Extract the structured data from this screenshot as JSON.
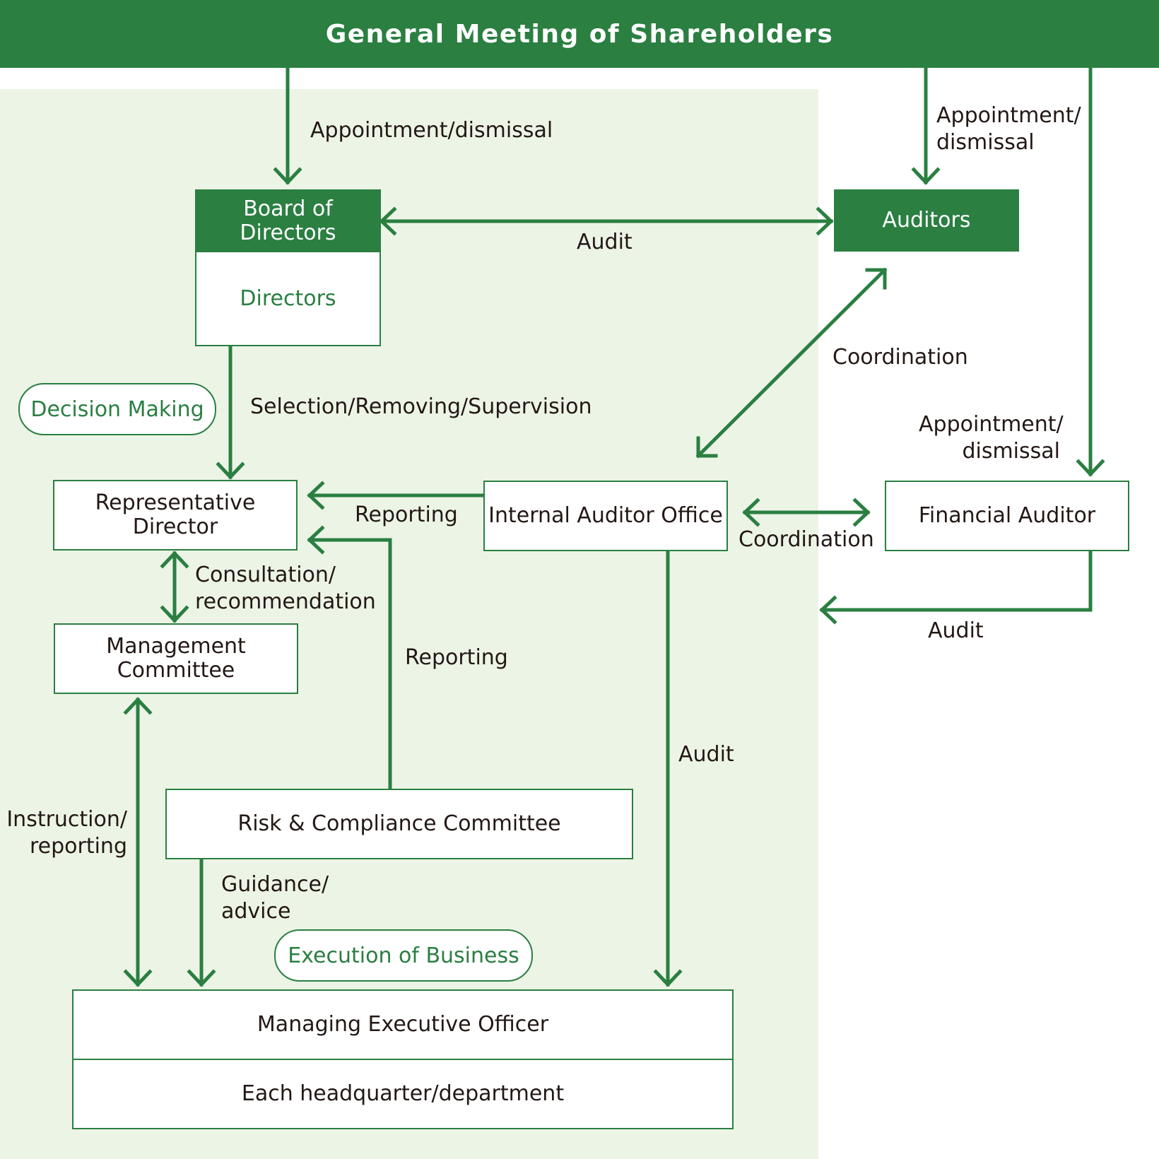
{
  "header": {
    "title": "General Meeting of Shareholders"
  },
  "boxes": {
    "board_title": "Board of\nDirectors",
    "directors": "Directors",
    "auditors": "Auditors",
    "representative_director": "Representative\nDirector",
    "management_committee": "Management\nCommittee",
    "internal_auditor_office": "Internal Auditor Office",
    "financial_auditor": "Financial Auditor",
    "risk_compliance": "Risk & Compliance Committee",
    "managing_executive_officer": "Managing Executive Officer",
    "each_headquarter": "Each headquarter/department"
  },
  "pills": {
    "decision_making": "Decision Making",
    "execution_of_business": "Execution of Business"
  },
  "labels": {
    "appointment_board": "Appointment/dismissal",
    "appointment_auditors": "Appointment/\ndismissal",
    "appointment_financial": "Appointment/\ndismissal",
    "audit_board_auditors": "Audit",
    "coordination_auditors": "Coordination",
    "selection": "Selection/Removing/Supervision",
    "reporting_iao": "Reporting",
    "coordination_iao_fa": "Coordination",
    "consultation": "Consultation/\nrecommendation",
    "audit_fa": "Audit",
    "reporting_risk": "Reporting",
    "audit_iao": "Audit",
    "instruction": "Instruction/\nreporting",
    "guidance": "Guidance/\nadvice"
  },
  "colors": {
    "brand_green": "#2a7f41",
    "panel_bg": "#ecf4e6",
    "text": "#231815"
  }
}
